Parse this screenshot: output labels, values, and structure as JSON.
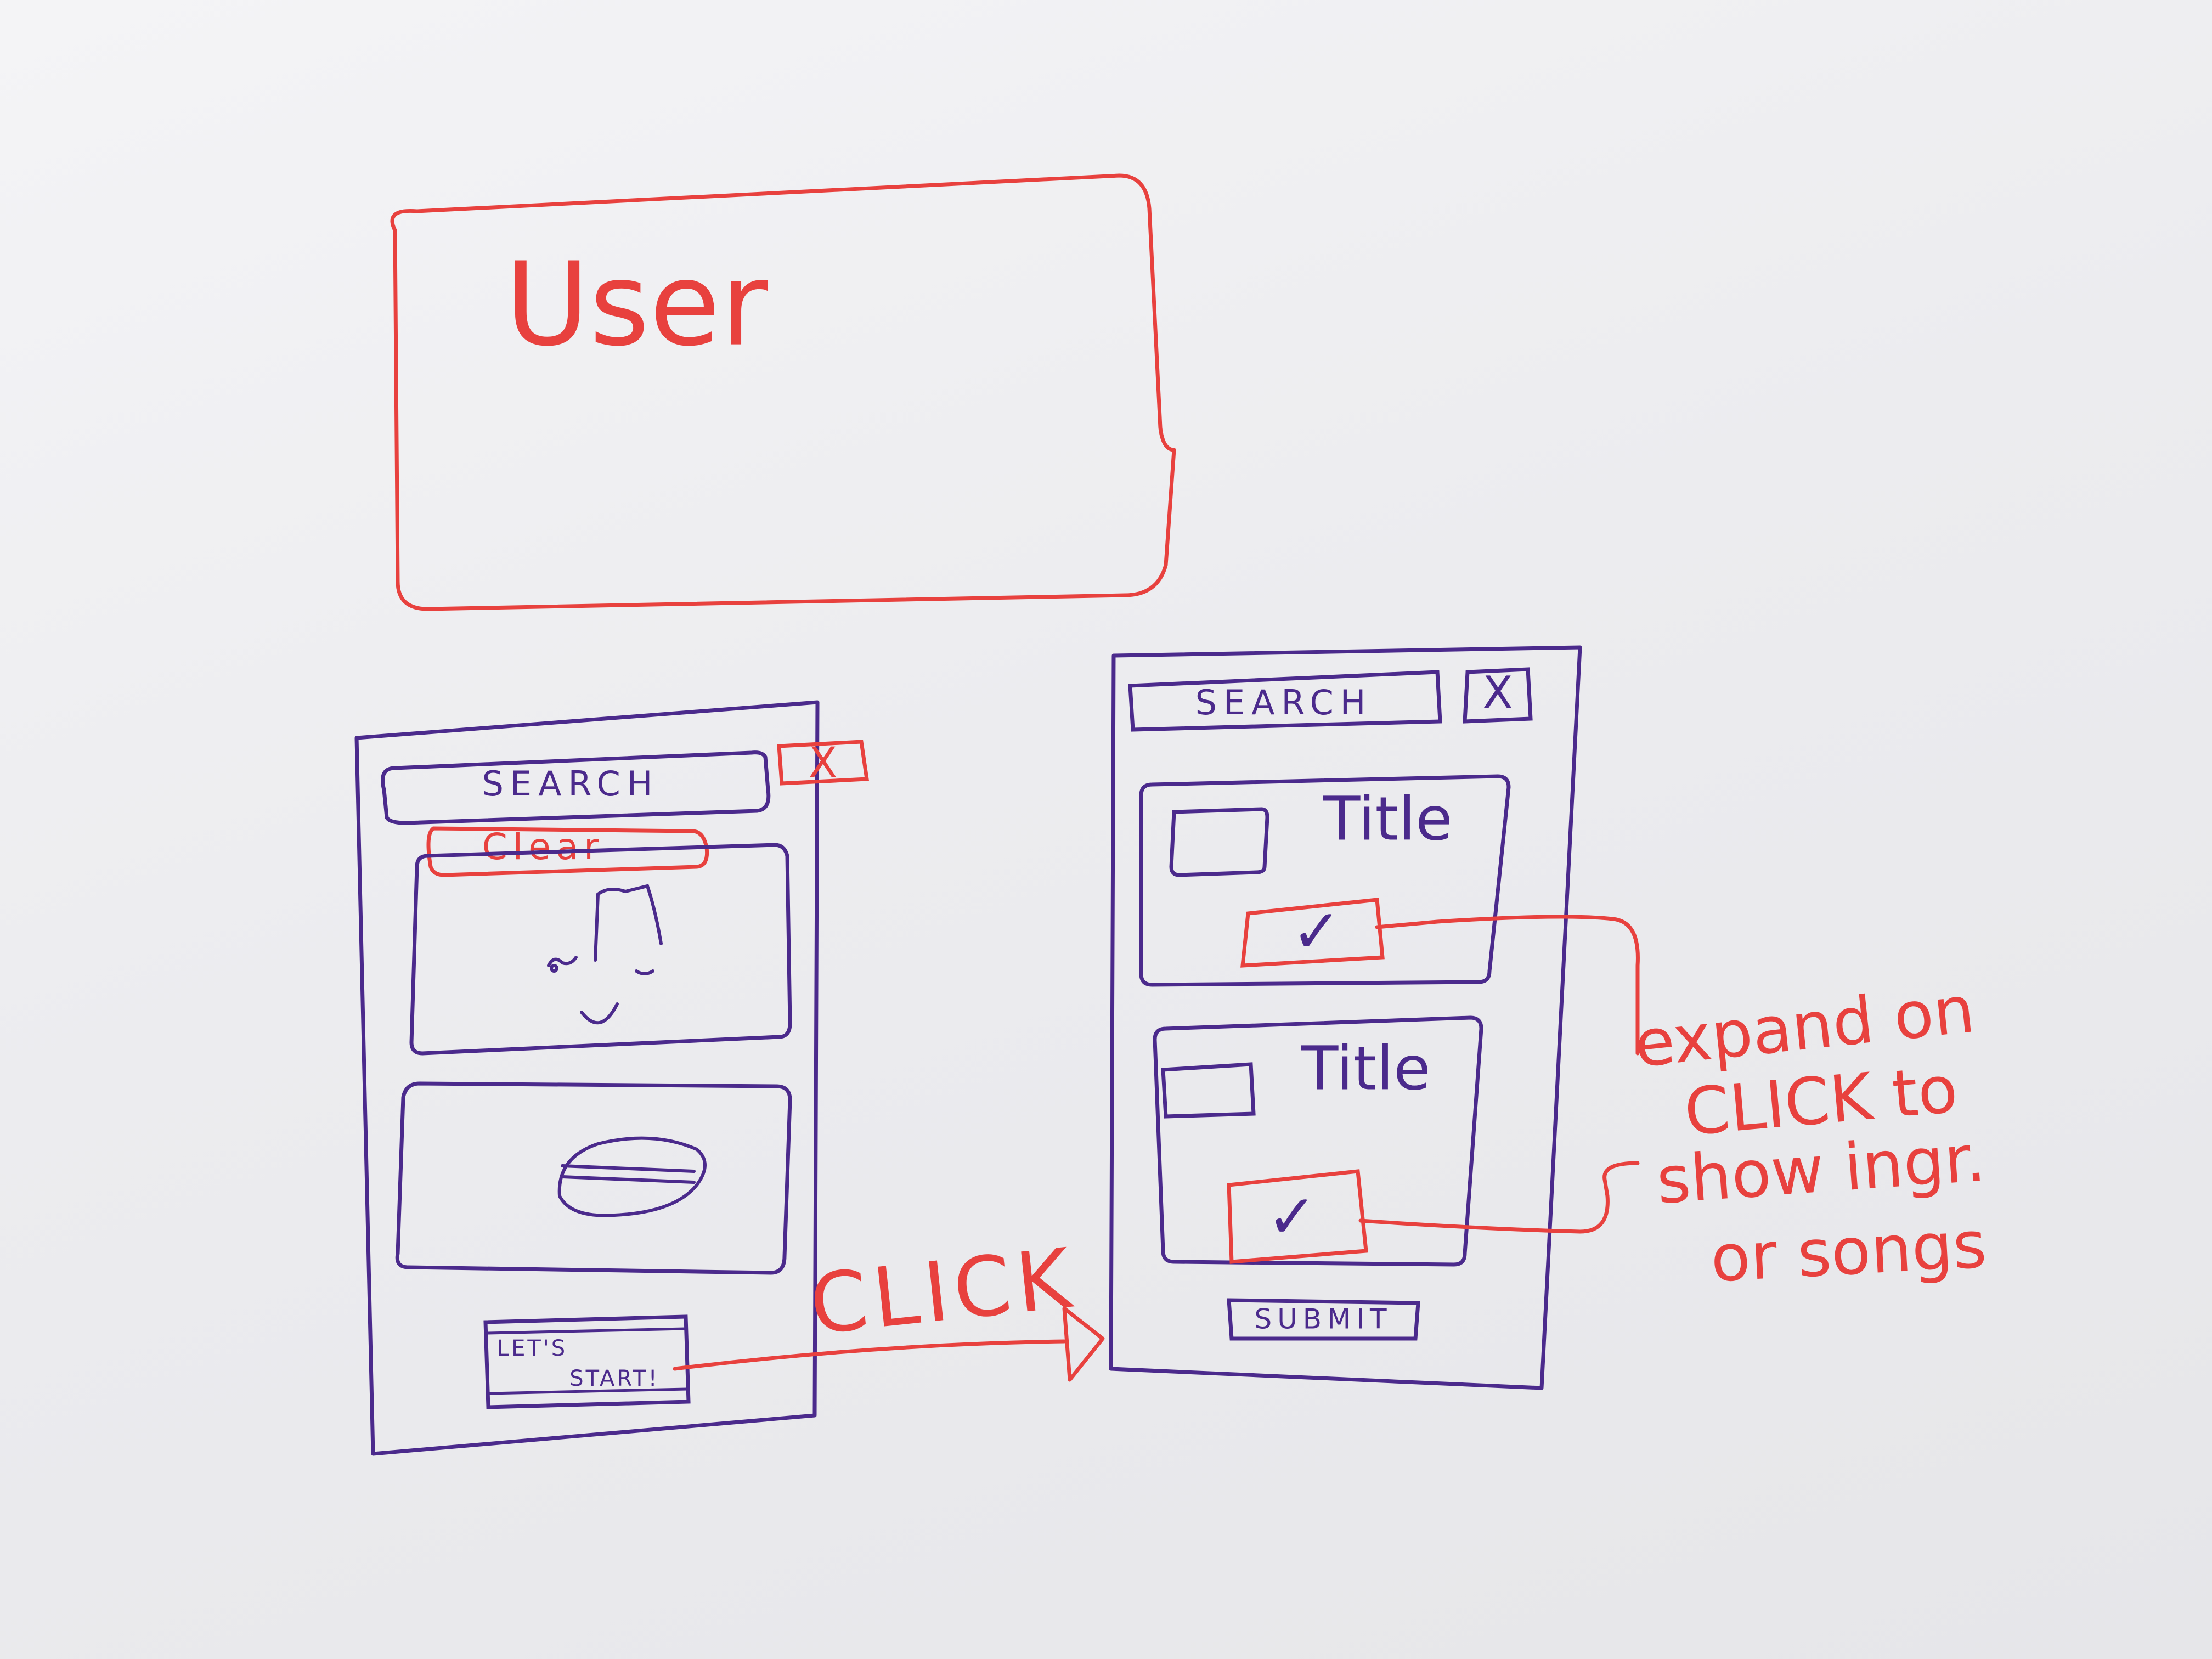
{
  "user_box": {
    "label": "User"
  },
  "screen1": {
    "search_label": "SEARCH",
    "clear_label": "Clear",
    "close_glyph": "X",
    "start_button_line1": "LET'S",
    "start_button_line2": "START!"
  },
  "transition": {
    "label": "CLICK"
  },
  "screen2": {
    "search_label": "SEARCH",
    "close_glyph": "X",
    "cards": [
      {
        "title": "Title",
        "check_glyph": "✓"
      },
      {
        "title": "Title",
        "check_glyph": "✓"
      }
    ],
    "submit_label": "SUBMIT"
  },
  "annotation": {
    "lines": [
      "expand on",
      "CLICK to",
      "show ingr.",
      "or songs"
    ]
  },
  "colors": {
    "marker_red": "#e8413e",
    "marker_purple": "#4b2a8c",
    "board": "#ececef"
  },
  "icons": {
    "screen1_card1": "face-sketch-icon",
    "screen1_card2": "food-sketch-icon"
  }
}
